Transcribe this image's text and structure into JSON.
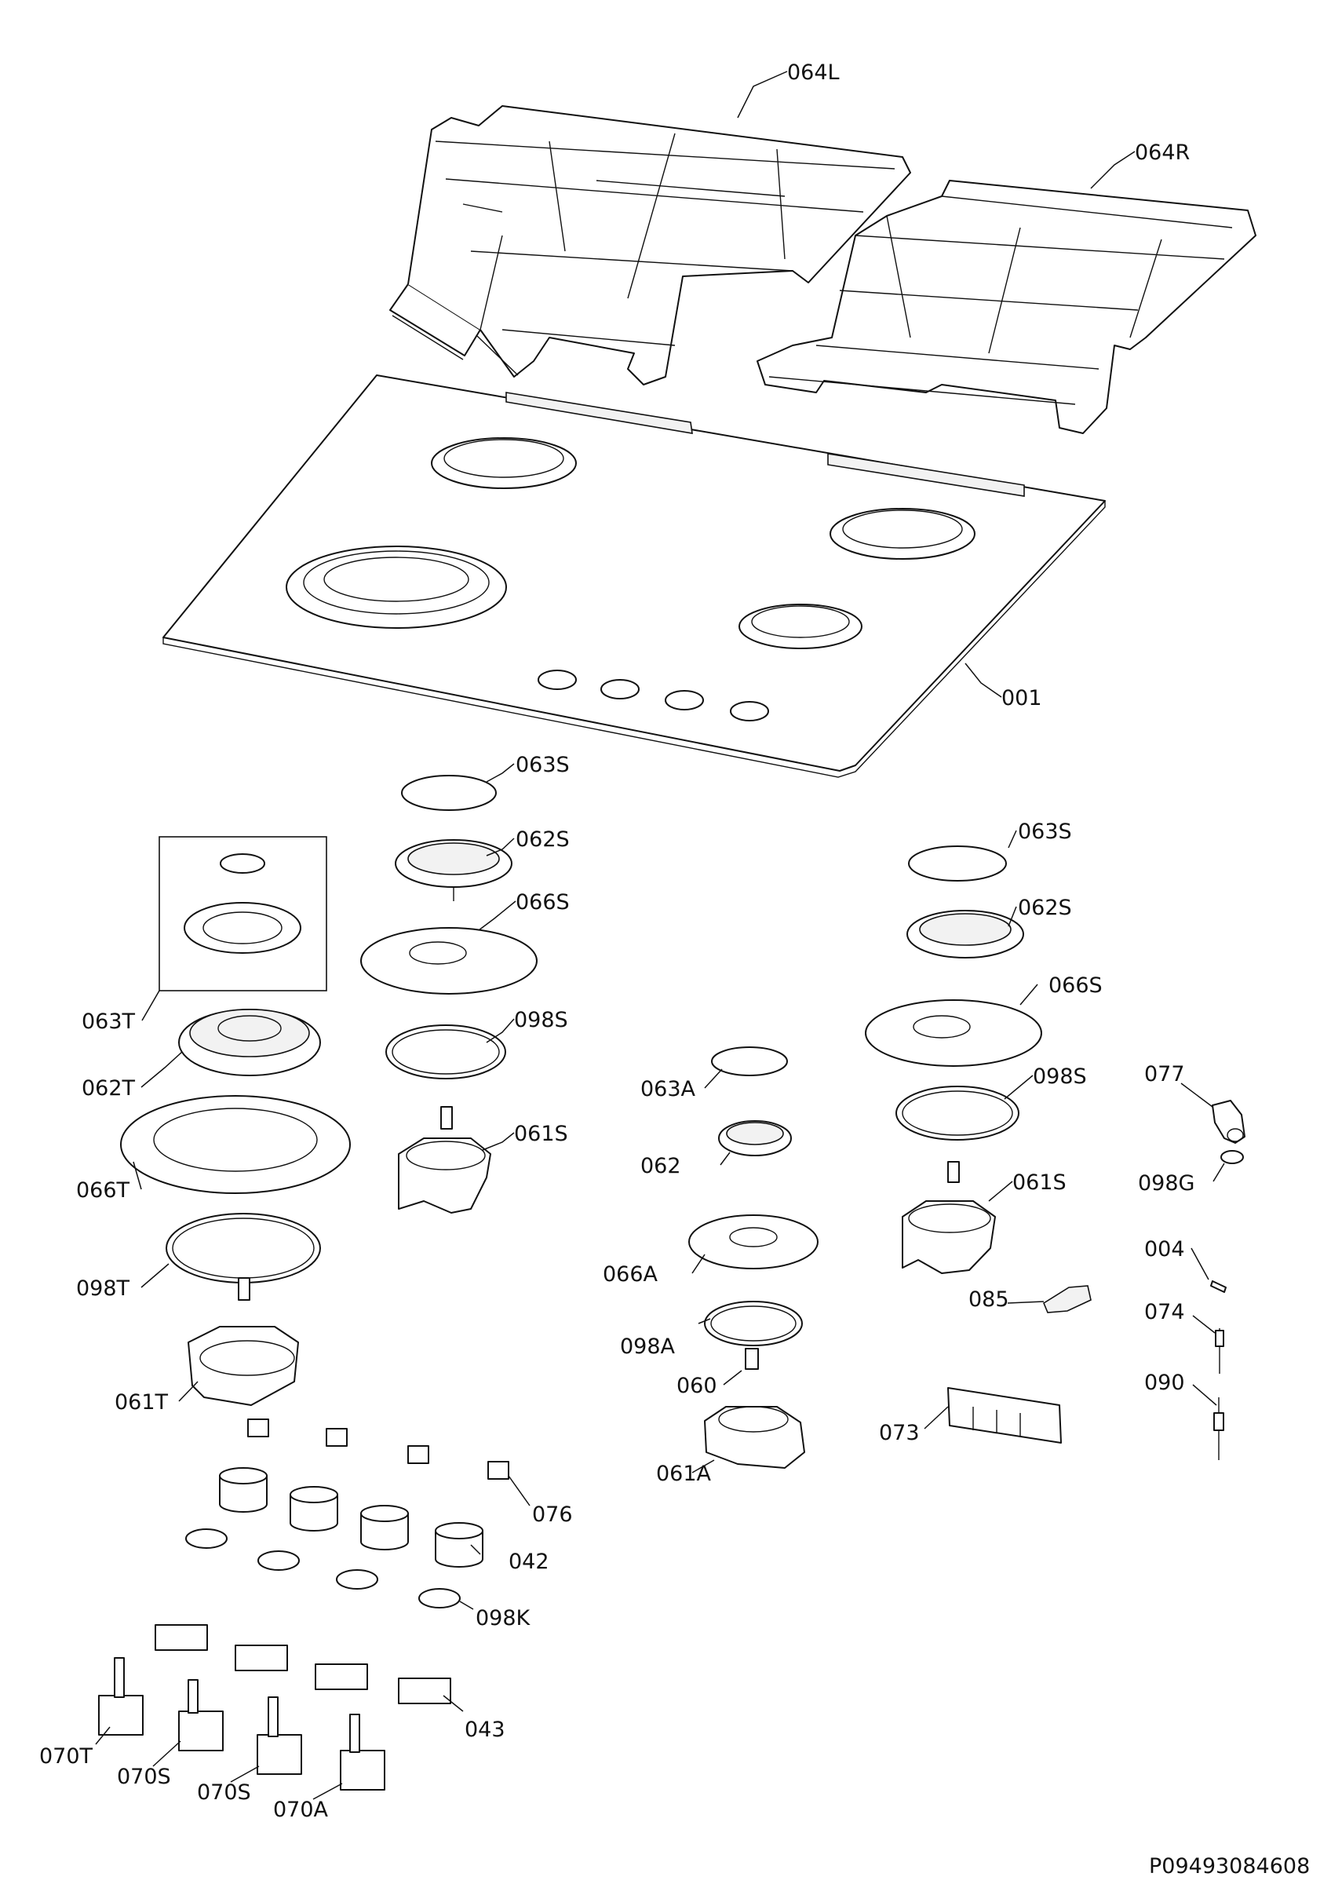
{
  "labels": {
    "grid_left": "064L",
    "grid_right": "064R",
    "hob_top": "001",
    "cap_left_top": "063S",
    "crown_left_top": "062S",
    "spreader_left_top": "066S",
    "seal_left_top": "098S",
    "burner_left_top": "061S",
    "cap_triple": "063T",
    "crown_triple": "062T",
    "spreader_triple": "066T",
    "seal_triple": "098T",
    "burner_triple": "061T",
    "cap_right": "063S",
    "crown_right": "062S",
    "spreader_right": "066S",
    "seal_right": "098S",
    "burner_right": "061S",
    "cap_aux": "063A",
    "crown_aux": "062",
    "spreader_aux": "066A",
    "seal_aux": "098A",
    "injector": "060",
    "burner_aux": "061A",
    "elbow": "077",
    "gasket": "098G",
    "screw": "004",
    "clip": "085",
    "thermocouple": "074",
    "spark_plug": "090",
    "ignition_unit": "073",
    "switch": "076",
    "knob": "042",
    "knob_seal": "098K",
    "microswitch": "043",
    "valve_triple": "070T",
    "valve_semi_1": "070S",
    "valve_semi_2": "070S",
    "valve_aux": "070A"
  },
  "document_id": "P09493084608"
}
